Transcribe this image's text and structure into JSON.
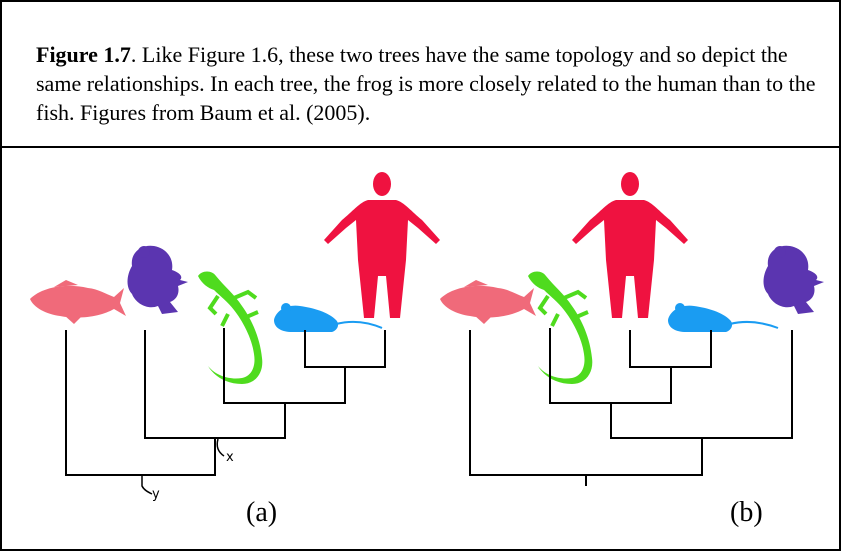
{
  "caption": {
    "figure_label": "Figure 1.7",
    "text": ". Like Figure 1.6, these two trees have the same topology and so depict the same relationships.  In each tree, the frog is more closely related to the human than to the fish.  Figures from Baum et al. (2005)."
  },
  "panels": {
    "a": {
      "label": "(a)",
      "node_x": "x",
      "node_y": "y"
    },
    "b": {
      "label": "(b)"
    }
  },
  "colors": {
    "fish": "#f06a7a",
    "frog": "#5b35b0",
    "lizard": "#4fdb1e",
    "mouse": "#1a9cf2",
    "human": "#ef1240",
    "lines": "#000000"
  }
}
